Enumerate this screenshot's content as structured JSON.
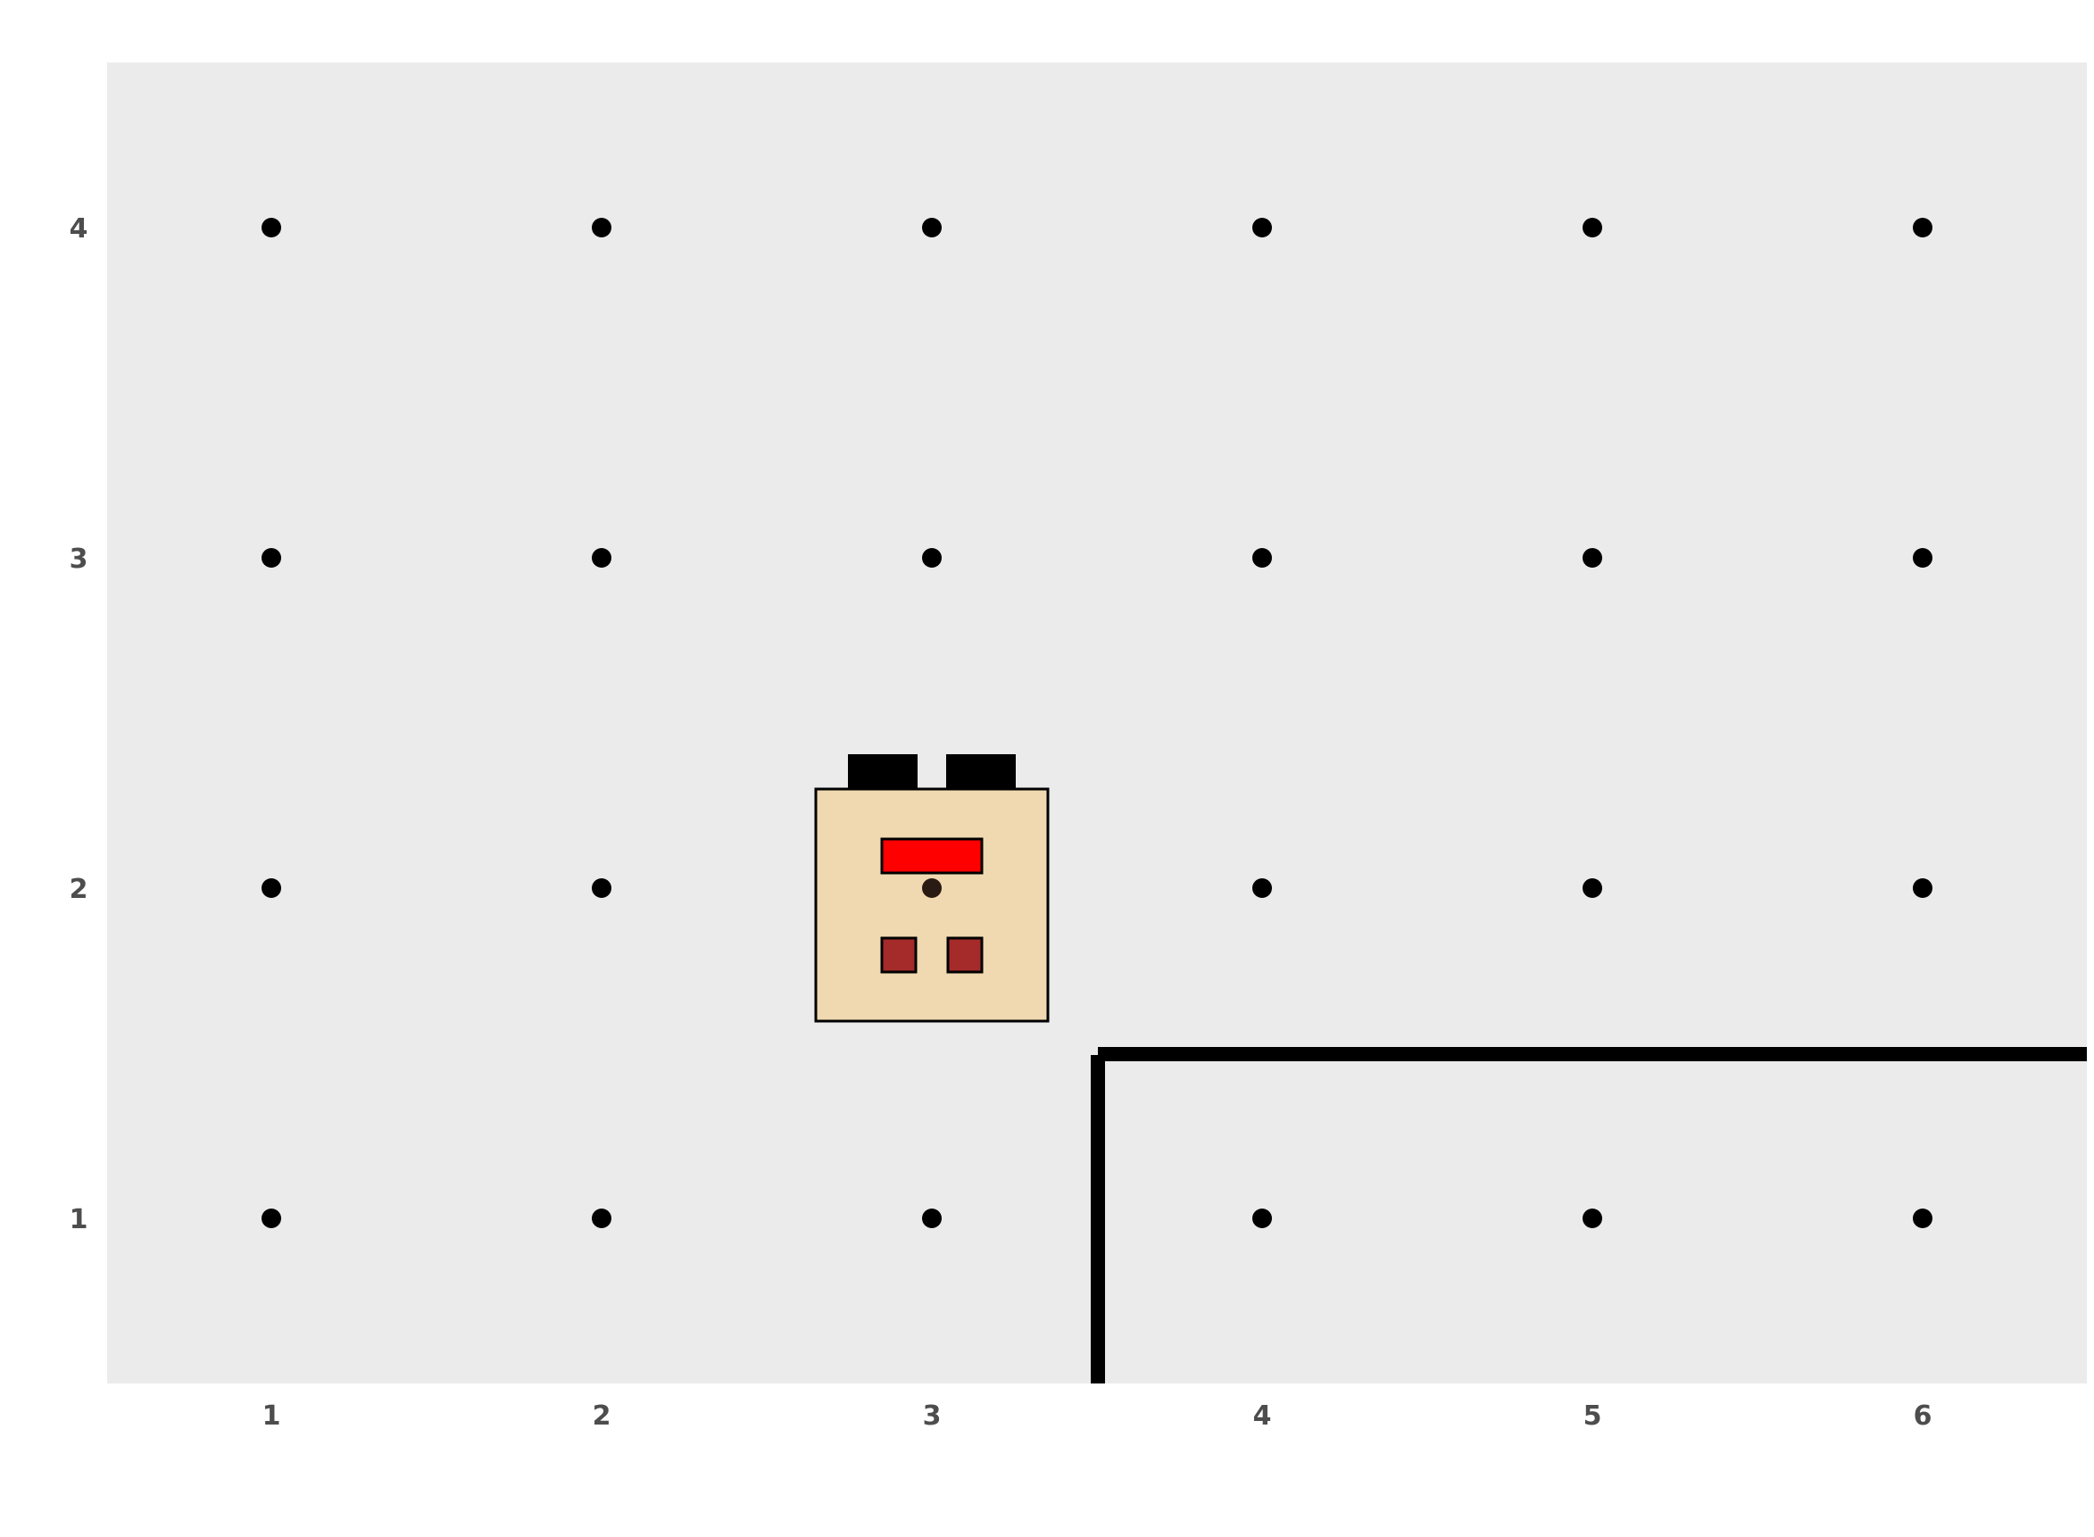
{
  "grid": {
    "columns": [
      1,
      2,
      3,
      4,
      5,
      6
    ],
    "rows": [
      1,
      2,
      3,
      4
    ],
    "x_labels": [
      "1",
      "2",
      "3",
      "4",
      "5",
      "6"
    ],
    "y_labels": [
      "1",
      "2",
      "3",
      "4"
    ],
    "background_color": "#ebebeb",
    "dot_color": "#000000"
  },
  "robot": {
    "x": 3,
    "y": 2,
    "facing": "north",
    "body_color": "#f0d9b0",
    "visor_color": "#ff0000",
    "button_color": "#a52a2a",
    "wheel_color": "#000000"
  },
  "walls": [
    {
      "between": "x=3 and x=4",
      "from_y": "bottom edge",
      "to_y": "between y=1 and y=2"
    },
    {
      "between": "y=1 and y=2",
      "from_x": "between x=3 and x=4",
      "to_x": "right edge"
    }
  ],
  "wall_color": "#000000"
}
